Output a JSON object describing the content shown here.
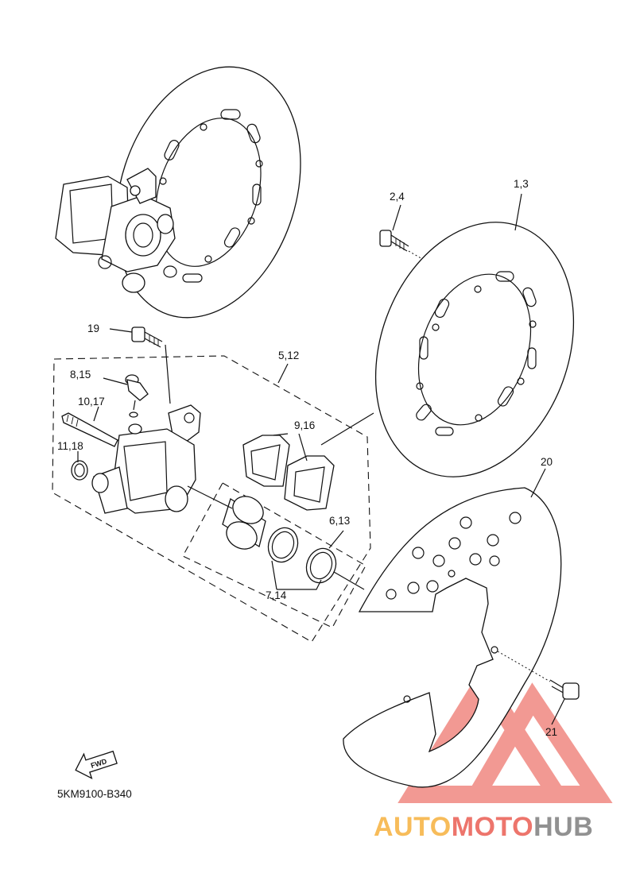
{
  "callouts": {
    "p1_3": "1,3",
    "p2_4": "2,4",
    "p19": "19",
    "p5_12": "5,12",
    "p8_15": "8,15",
    "p10_17": "10,17",
    "p11_18": "11,18",
    "p9_16": "9,16",
    "p6_13": "6,13",
    "p7_14": "7,14",
    "p20": "20",
    "p21": "21"
  },
  "fwd_arrow_text": "FWD",
  "diagram_code": "5KM9100-B340",
  "watermark": {
    "part1": "AUTO",
    "part2": "MOTO",
    "part3": "HUB",
    "color_orange": "#f5a623",
    "color_red": "#e8473c",
    "color_gray": "#6d6d6d"
  }
}
